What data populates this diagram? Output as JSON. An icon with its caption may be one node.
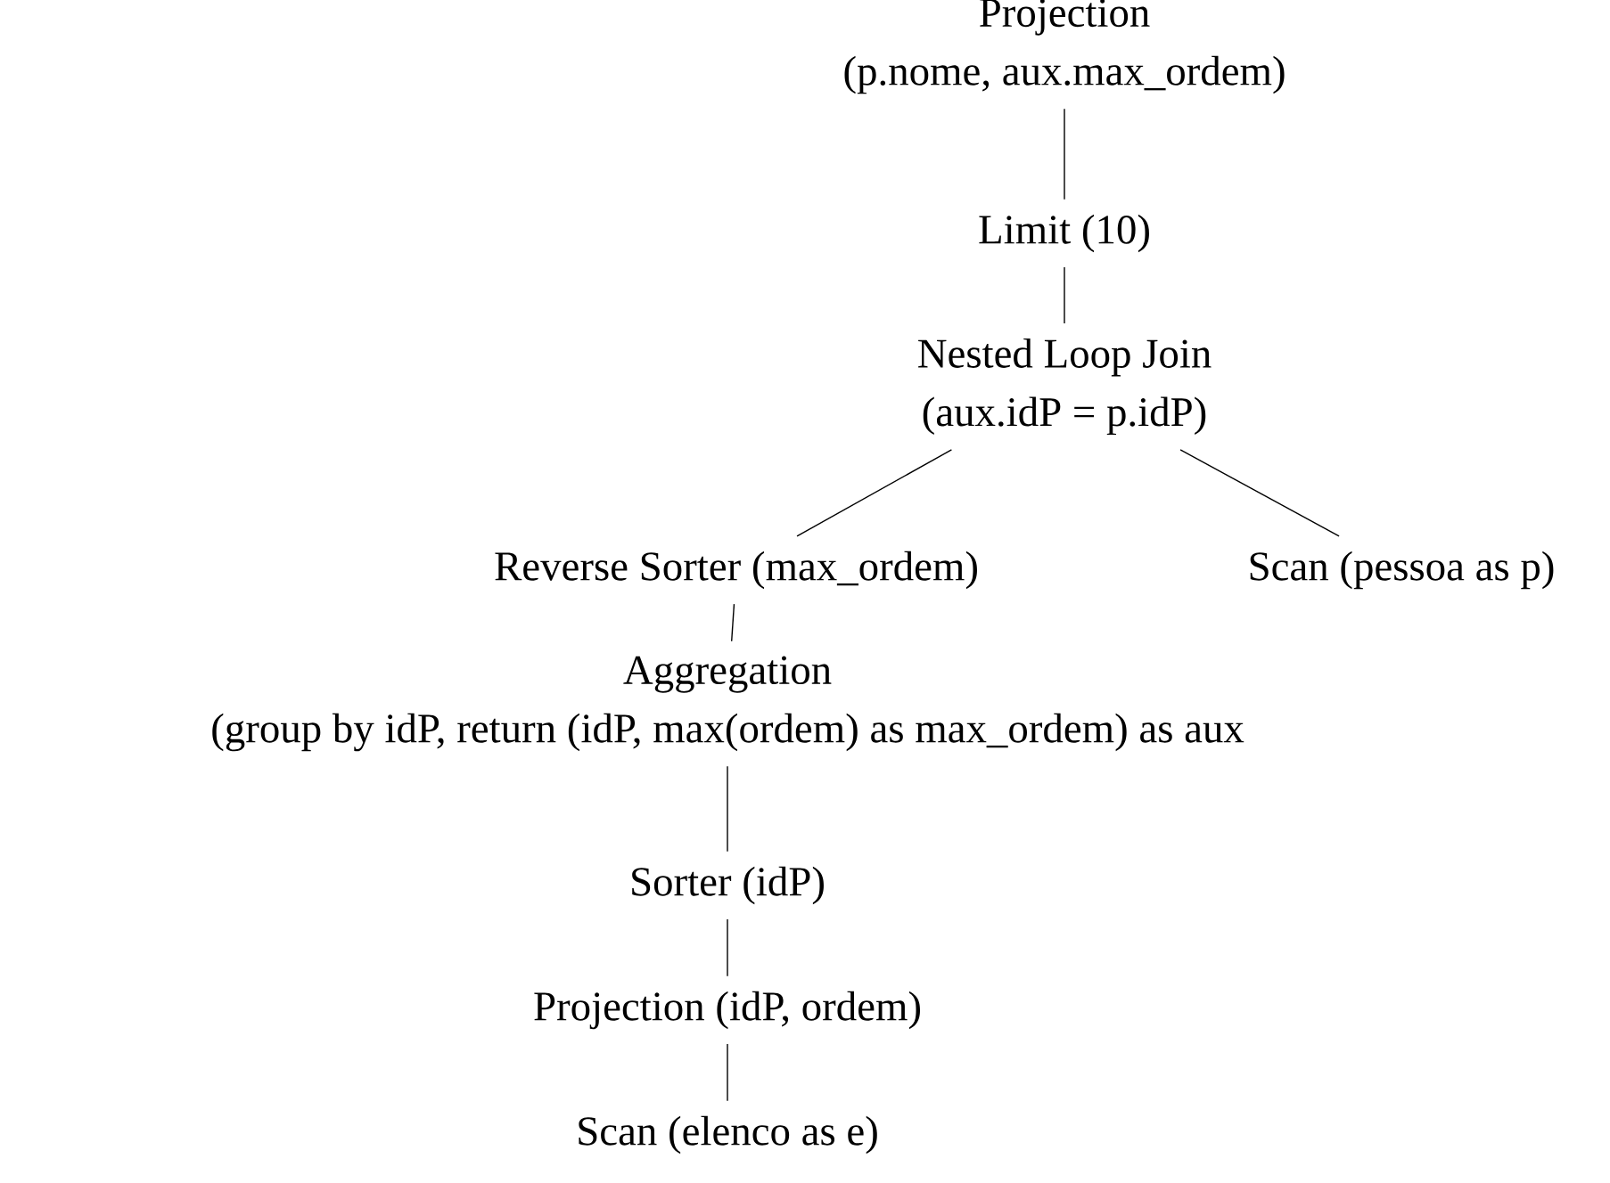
{
  "diagram": {
    "nodes": [
      {
        "text": [
          "Projection",
          "(p.nome, aux.max_ordem)"
        ]
      },
      {
        "text": [
          "Limit (10)"
        ]
      },
      {
        "text": [
          "Nested Loop Join",
          "(aux.idP = p.idP)"
        ]
      },
      {
        "text": [
          "Reverse Sorter (max_ordem)"
        ]
      },
      {
        "text": [
          "Scan (pessoa as p)"
        ]
      },
      {
        "text": [
          "Aggregation",
          "(group by idP, return (idP, max(ordem) as max_ordem) as aux"
        ]
      },
      {
        "text": [
          "Sorter (idP)"
        ]
      },
      {
        "text": [
          "Projection (idP, ordem)"
        ]
      },
      {
        "text": [
          "Scan (elenco as e)"
        ]
      }
    ],
    "edges": [
      {
        "from": 0,
        "to": 1,
        "arrow": "none"
      },
      {
        "from": 1,
        "to": 2,
        "arrow": "none"
      },
      {
        "from": 2,
        "to": 3,
        "arrow": "none"
      },
      {
        "from": 2,
        "to": 4,
        "arrow": "none"
      },
      {
        "from": 3,
        "to": 5,
        "arrow": "none"
      },
      {
        "from": 5,
        "to": 6,
        "arrow": "none"
      },
      {
        "from": 6,
        "to": 7,
        "arrow": "none"
      },
      {
        "from": 7,
        "to": 8,
        "arrow": "none"
      }
    ]
  }
}
